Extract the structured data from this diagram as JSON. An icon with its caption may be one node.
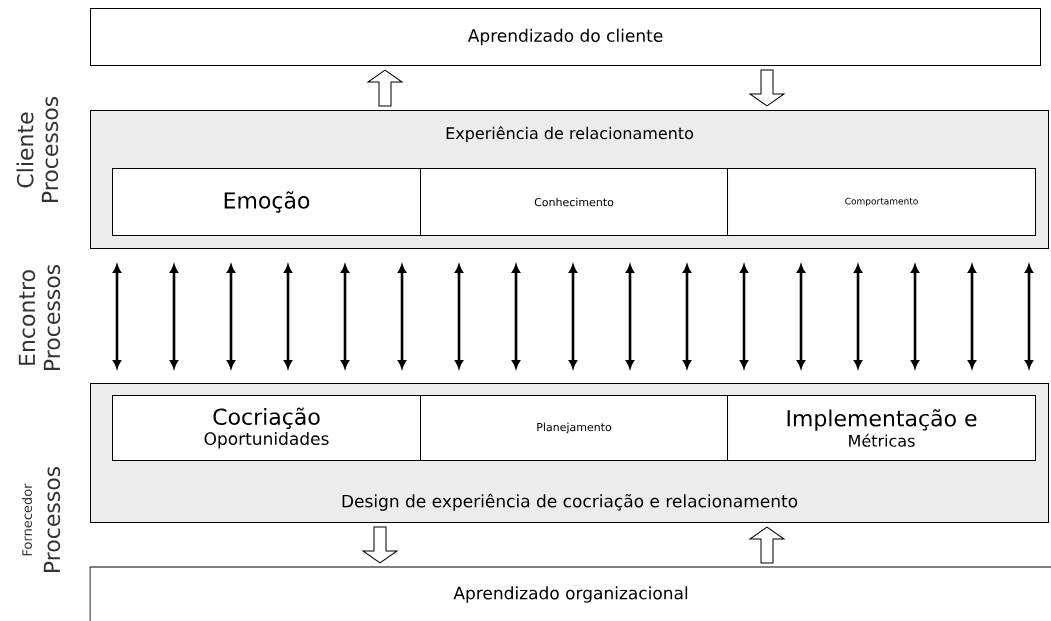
{
  "diagram": {
    "nodes": [
      {
        "text": [
          "Aprendizado do cliente"
        ]
      },
      {
        "text": [
          "Experiência de relacionamento"
        ]
      },
      {
        "text": [
          "Emoção"
        ],
        "in": 1
      },
      {
        "text": [
          "Conhecimento"
        ],
        "in": 1
      },
      {
        "text": [
          "Comportamento"
        ],
        "in": 1
      },
      {
        "text": [
          "Design de experiência de cocriação e relacionamento"
        ]
      },
      {
        "text": [
          "Cocriação",
          "Oportunidades"
        ],
        "in": 5
      },
      {
        "text": [
          "Planejamento"
        ],
        "in": 5
      },
      {
        "text": [
          "Implementação e",
          "Métricas"
        ],
        "in": 5
      },
      {
        "text": [
          "Aprendizado organizacional"
        ]
      }
    ],
    "edges": [
      {
        "from": 1,
        "to": 0,
        "arrow": "to"
      },
      {
        "from": 0,
        "to": 1,
        "arrow": "to"
      },
      {
        "from": 1,
        "to": 5,
        "arrow": "both"
      },
      {
        "from": 1,
        "to": 5,
        "arrow": "both"
      },
      {
        "from": 1,
        "to": 5,
        "arrow": "both"
      },
      {
        "from": 1,
        "to": 5,
        "arrow": "both"
      },
      {
        "from": 1,
        "to": 5,
        "arrow": "both"
      },
      {
        "from": 1,
        "to": 5,
        "arrow": "both"
      },
      {
        "from": 1,
        "to": 5,
        "arrow": "both"
      },
      {
        "from": 1,
        "to": 5,
        "arrow": "both"
      },
      {
        "from": 1,
        "to": 5,
        "arrow": "both"
      },
      {
        "from": 1,
        "to": 5,
        "arrow": "both"
      },
      {
        "from": 1,
        "to": 5,
        "arrow": "both"
      },
      {
        "from": 1,
        "to": 5,
        "arrow": "both"
      },
      {
        "from": 1,
        "to": 5,
        "arrow": "both"
      },
      {
        "from": 1,
        "to": 5,
        "arrow": "both"
      },
      {
        "from": 1,
        "to": 5,
        "arrow": "both"
      },
      {
        "from": 1,
        "to": 5,
        "arrow": "both"
      },
      {
        "from": 1,
        "to": 5,
        "arrow": "both"
      },
      {
        "from": 5,
        "to": 9,
        "arrow": "to"
      },
      {
        "from": 9,
        "to": 5,
        "arrow": "to"
      }
    ],
    "labels": [
      "Cliente",
      "Processos",
      "Encontro",
      "Processos",
      "Fornecedor",
      "Processos"
    ]
  }
}
